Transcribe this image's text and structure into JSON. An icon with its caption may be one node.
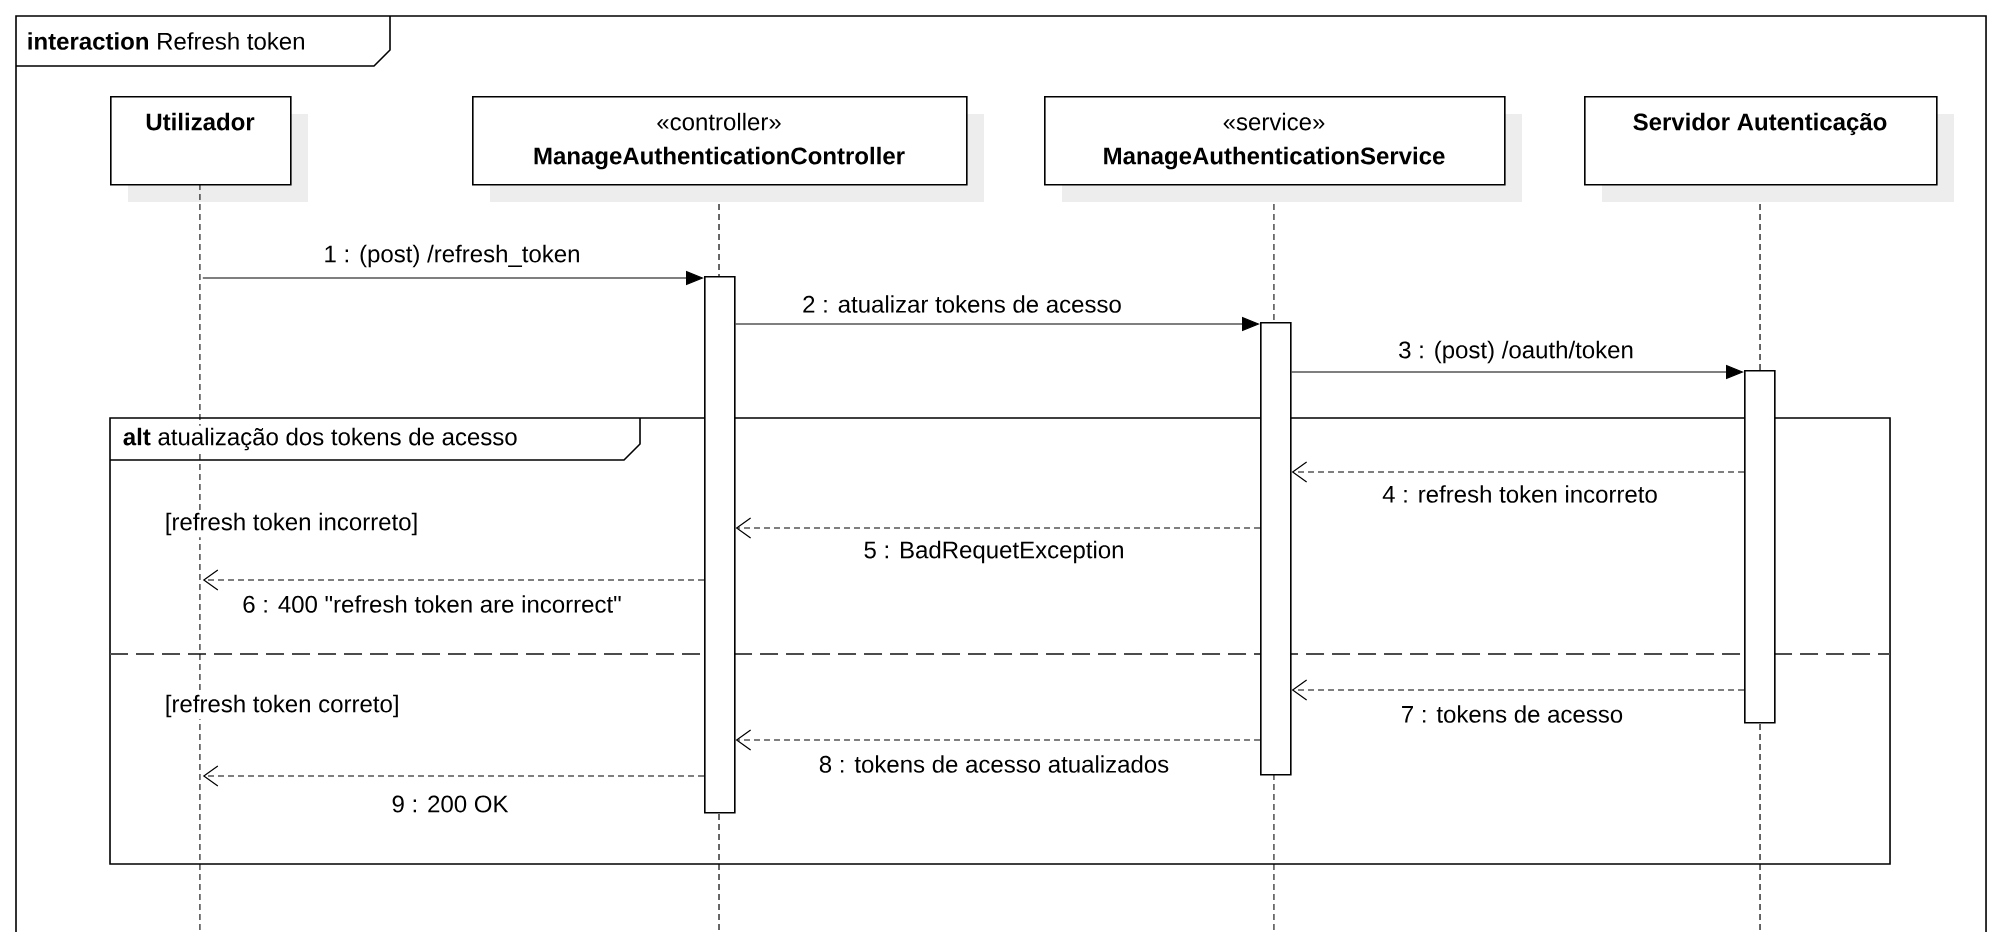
{
  "diagram": {
    "nodes": [
      {
        "text": [
          "**interaction** Refresh token"
        ]
      },
      {
        "text": [
          "Utilizador"
        ],
        "in": 0
      },
      {
        "text": [
          "«controller»",
          "ManageAuthenticationController"
        ],
        "in": 0
      },
      {
        "text": [
          "«service»",
          "ManageAuthenticationService"
        ],
        "in": 0
      },
      {
        "text": [
          "Servidor Autenticação"
        ],
        "in": 0
      },
      {
        "text": [],
        "shape": "bar",
        "in": 0
      },
      {
        "text": [],
        "shape": "bar",
        "in": 0
      },
      {
        "text": [],
        "shape": "bar",
        "in": 0
      },
      {
        "text": [],
        "shape": "line",
        "in": 0
      }
    ],
    "labels": [
      "**alt** atualização dos tokens de acesso",
      "[refresh token incorreto]",
      "[refresh token correto]"
    ],
    "edges": [
      {
        "from": 8,
        "to": 5,
        "arrow": "to",
        "label": "1 : (post) /refresh_token"
      },
      {
        "from": 5,
        "to": 6,
        "arrow": "to",
        "label": "2 : atualizar tokens de acesso"
      },
      {
        "from": 6,
        "to": 7,
        "arrow": "to",
        "label": "3 : (post) /oauth/token"
      },
      {
        "from": 7,
        "to": 6,
        "arrow": "to",
        "style": "dashed",
        "label": "4 : refresh token incorreto"
      },
      {
        "from": 6,
        "to": 5,
        "arrow": "to",
        "style": "dashed",
        "label": "5 : BadRequetException"
      },
      {
        "from": 5,
        "to": 8,
        "arrow": "to",
        "style": "dashed",
        "label": "6 : 400 \"refresh token are incorrect\""
      },
      {
        "from": 7,
        "to": 6,
        "arrow": "to",
        "style": "dashed",
        "label": "7 : tokens de acesso"
      },
      {
        "from": 6,
        "to": 5,
        "arrow": "to",
        "style": "dashed",
        "label": "8 : tokens de acesso atualizados"
      },
      {
        "from": 5,
        "to": 8,
        "arrow": "to",
        "style": "dashed",
        "label": "9 : 200 OK"
      }
    ]
  }
}
